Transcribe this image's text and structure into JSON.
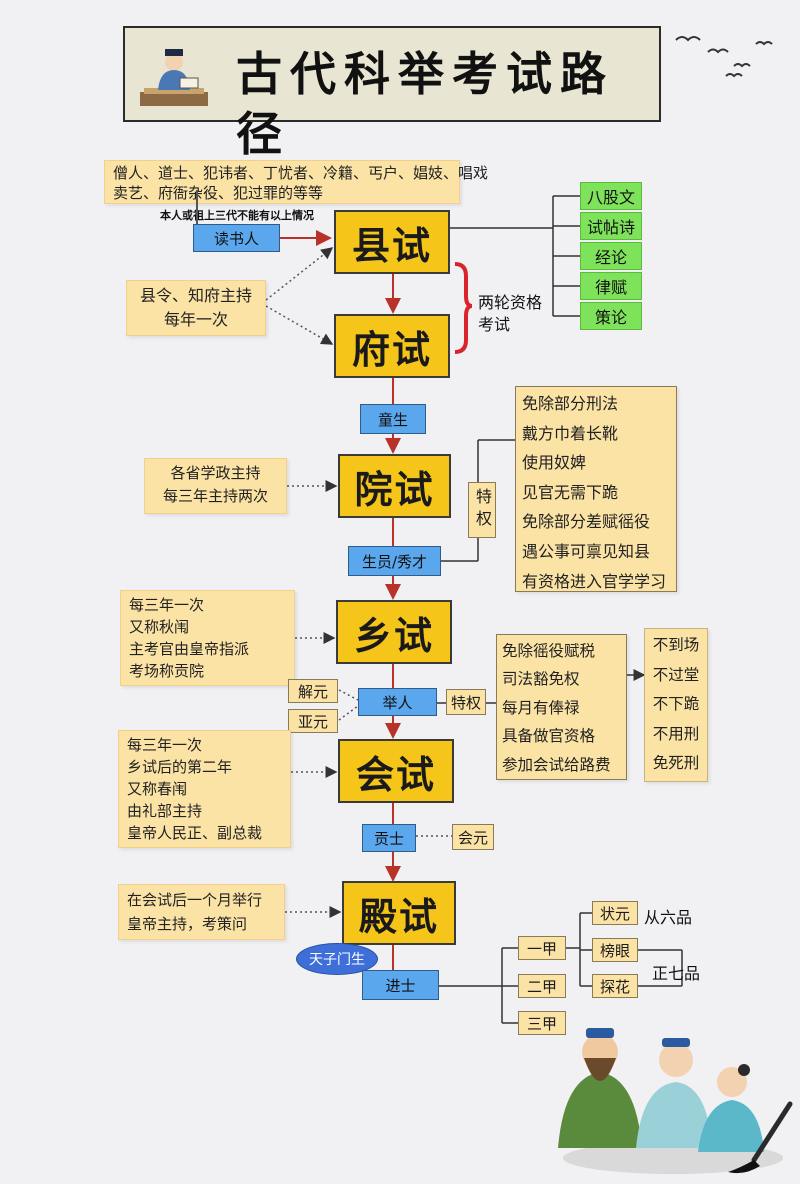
{
  "title": "古代科举考试路径",
  "exams": {
    "county": "县试",
    "prefecture": "府试",
    "academy": "院试",
    "provincial": "乡试",
    "metropolitan": "会试",
    "palace": "殿试"
  },
  "ranks": {
    "tongsheng": "童生",
    "shengyuan": "生员/秀才",
    "juren": "举人",
    "gongshi": "贡士",
    "jinshi": "进士",
    "dushuren": "读书人"
  },
  "notes": {
    "excluded": [
      "僧人、道士、犯讳者、丁忧者、冷籍、丐户、娼妓、唱戏",
      "卖艺、府衙杂役、犯过罪的等等"
    ],
    "excluded_caption": "本人或祖上三代不能有以上情况",
    "county_host": [
      "县令、知府主持",
      "每年一次"
    ],
    "two_rounds": [
      "两轮资格",
      "考试"
    ],
    "academy_host": [
      "各省学政主持",
      "每三年主持两次"
    ],
    "provincial_info": [
      "每三年一次",
      "又称秋闱",
      "主考官由皇帝指派",
      "考场称贡院"
    ],
    "metropolitan_info": [
      "每三年一次",
      "乡试后的第二年",
      "又称春闱",
      "由礼部主持",
      "皇帝人民正、副总裁"
    ],
    "palace_info": [
      "在会试后一个月举行",
      "皇帝主持，考策问"
    ]
  },
  "county_subjects": [
    "八股文",
    "试帖诗",
    "经论",
    "律赋",
    "策论"
  ],
  "shengyuan_privilege_label": "特权",
  "shengyuan_privileges": [
    "免除部分刑法",
    "戴方巾着长靴",
    "使用奴婢",
    "见官无需下跪",
    "免除部分差赋徭役",
    "遇公事可禀见知县",
    "有资格进入官学学习"
  ],
  "juren_titles": [
    "解元",
    "亚元"
  ],
  "juren_privilege_label": "特权",
  "juren_privileges": [
    "免除徭役赋税",
    "司法豁免权",
    "每月有俸禄",
    "具备做官资格",
    "参加会试给路费"
  ],
  "judicial_immunity": [
    "不到场",
    "不过堂",
    "不下跪",
    "不用刑",
    "免死刑"
  ],
  "huiyuan": "会元",
  "tianzi_mensheng": "天子门生",
  "jinshi_grades": [
    "一甲",
    "二甲",
    "三甲"
  ],
  "first_grade_titles": [
    "状元",
    "榜眼",
    "探花"
  ],
  "official_ranks": {
    "zhuangyuan": "从六品",
    "others": "正七品"
  },
  "colors": {
    "exam_box": "#f6c51a",
    "rank_box": "#5aa7ee",
    "note_box": "#fbe3a6",
    "subject_box": "#7ee25a",
    "arrow": "#b8322a",
    "bracket": "#d8242a"
  },
  "icons": [
    "scholar-illustration-icon",
    "flying-birds-icon",
    "teacher-students-illustration-icon",
    "ink-brush-icon"
  ]
}
